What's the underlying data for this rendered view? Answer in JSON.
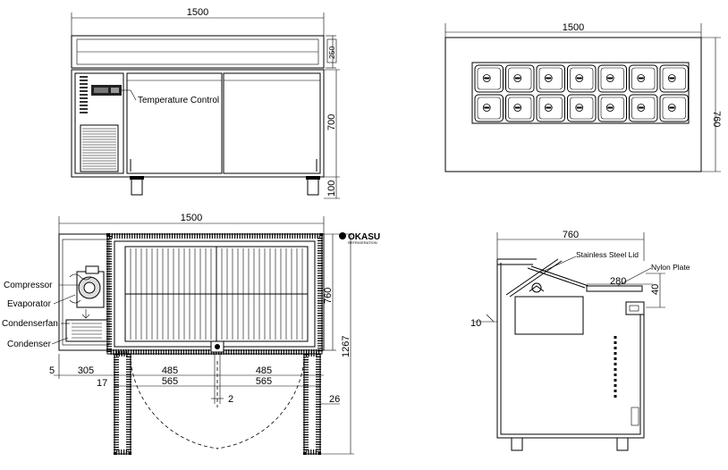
{
  "front_view": {
    "width": "1500",
    "lid_height": "250",
    "body_height": "700",
    "leg_height": "100",
    "control_label": "Temperature Control"
  },
  "top_view": {
    "width": "1500",
    "depth": "760",
    "pans_per_row": 7,
    "rows": 2
  },
  "plan_view": {
    "width": "1500",
    "depth": "760",
    "open_depth": "1267",
    "labels": {
      "compressor": "Compressor",
      "evaporator": "Evaporator",
      "condenser_fan": "Condenserfan",
      "condenser": "Condenser"
    },
    "dims": {
      "edge": "5",
      "unit": "305",
      "door_a_inner": "485",
      "door_b_inner": "485",
      "door_a_outer": "565",
      "door_b_outer": "565",
      "side": "17",
      "gap": "2",
      "door_thick": "26"
    },
    "logo": "OKASU",
    "logo_sub": "REFRIGERATION"
  },
  "side_view": {
    "depth": "760",
    "lid_label": "Stainless Steel Lid",
    "plate_label": "Nylon Plate",
    "plate_depth": "280",
    "plate_height": "40",
    "overhang": "10"
  }
}
